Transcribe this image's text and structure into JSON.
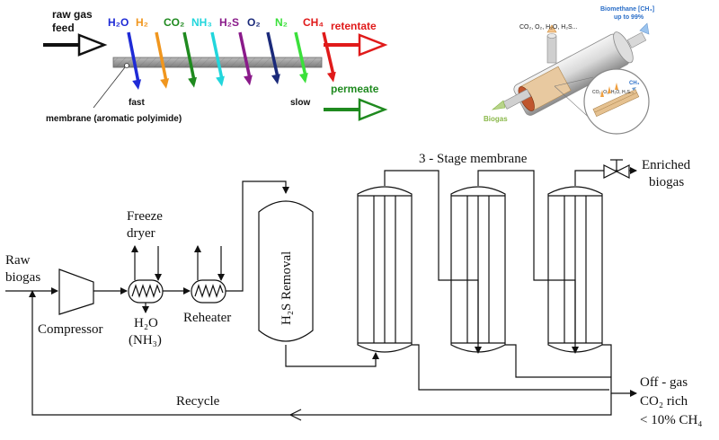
{
  "membrane_panel": {
    "feed_label_line1": "raw gas",
    "feed_label_line2": "feed",
    "gases": [
      {
        "label": "H₂O",
        "color": "#1f2bd6"
      },
      {
        "label": "H₂",
        "color": "#f0961e"
      },
      {
        "label": "CO₂",
        "color": "#1f8a1f"
      },
      {
        "label": "NH₃",
        "color": "#22d6dc"
      },
      {
        "label": "H₂S",
        "color": "#8a1a8a"
      },
      {
        "label": "O₂",
        "color": "#1b2a7a"
      },
      {
        "label": "N₂",
        "color": "#3be03b"
      },
      {
        "label": "CH₄",
        "color": "#e01a1a"
      }
    ],
    "fast_label": "fast",
    "slow_label": "slow",
    "retentate_label": "retentate",
    "permeate_label": "permeate",
    "membrane_label": "membrane (aromatic polyimide)",
    "retentate_color": "#e01a1a",
    "permeate_color": "#1f8a1f"
  },
  "module_panel": {
    "product_label_line1": "Biomethane [CH₄]",
    "product_label_line2": "up to 99%",
    "offgas_label": "CO₂, O₂, H₂O, H₂S...",
    "inlet_label": "Biogas",
    "inset_gases_label": "CO₂, O₂, H₂O, H₂S...",
    "inset_ch4_label": "CH₄",
    "product_color": "#2a6ec8",
    "inlet_color": "#8ab84a"
  },
  "process_diagram": {
    "raw_biogas_line1": "Raw",
    "raw_biogas_line2": "biogas",
    "compressor_label": "Compressor",
    "freeze_dryer_line1": "Freeze",
    "freeze_dryer_line2": "dryer",
    "h2o_label": "H₂O",
    "nh3_label": "(NH₃)",
    "reheater_label": "Reheater",
    "h2s_removal_label": "H₂S Removal",
    "stage_label": "3 - Stage membrane",
    "enriched_line1": "Enriched",
    "enriched_line2": "biogas",
    "recycle_label": "Recycle",
    "offgas_line1": "Off - gas",
    "offgas_line2": "CO₂ rich",
    "offgas_line3": "< 10% CH₄"
  }
}
